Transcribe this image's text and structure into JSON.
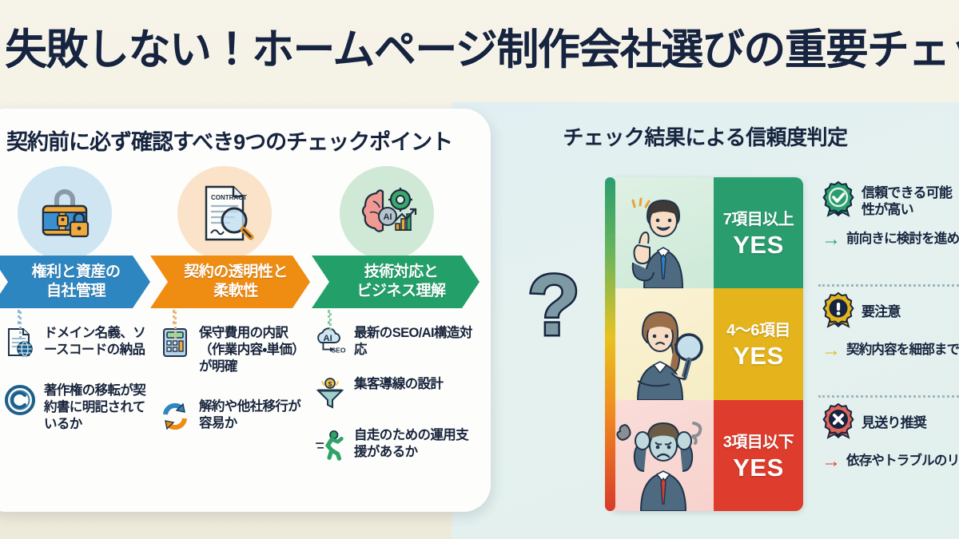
{
  "title": "失敗しない！ホームページ制作会社選びの重要チェックリスト",
  "left_panel": {
    "heading": "契約前に必ず確認すべき9つのチェックポイント",
    "columns": [
      {
        "icon_name": "briefcase-lock-icon",
        "banner_line1": "権利と資産の",
        "banner_line2": "自社管理",
        "banner_color": "#2e86c1",
        "items": [
          {
            "icon_name": "document-globe-icon",
            "text": "ドメイン名義、ソースコードの納品"
          },
          {
            "icon_name": "copyright-icon",
            "text": "著作権の移転が契約書に明記されているか"
          }
        ]
      },
      {
        "icon_name": "contract-magnifier-icon",
        "banner_line1": "契約の透明性と",
        "banner_line2": "柔軟性",
        "banner_color": "#ef8c12",
        "items": [
          {
            "icon_name": "calculator-icon",
            "text": "保守費用の内訳（作業内容・単価）が明確"
          },
          {
            "icon_name": "refresh-cycle-icon",
            "text": "解約や他社移行が容易か"
          }
        ]
      },
      {
        "icon_name": "brain-gear-chart-icon",
        "banner_line1": "技術対応と",
        "banner_line2": "ビジネス理解",
        "banner_color": "#23a06a",
        "items": [
          {
            "icon_name": "cloud-ai-seo-icon",
            "text": "最新のSEO/AI構造対応"
          },
          {
            "icon_name": "funnel-coin-icon",
            "text": "集客導線の設計"
          },
          {
            "icon_name": "running-person-icon",
            "text": "自走のための運用支援があるか"
          }
        ]
      }
    ]
  },
  "connector": {
    "icon_name": "question-mark-icon",
    "glyph": "?"
  },
  "right_panel": {
    "heading": "チェック結果による信頼度判定",
    "grade_bar_colors": [
      "#2a9d6e",
      "#e8c220",
      "#d93a2b"
    ],
    "rows": [
      {
        "pic_icon_name": "thumbs-up-businessman-illustration",
        "count": "7項目以上",
        "yes": "YES",
        "color": "#2a9d6e",
        "badge_icon_name": "check-rosette-icon",
        "badge_color": "#2a9d6e",
        "verdict": "信頼できる可能性が高い",
        "arrow_icon_name": "arrow-right-icon",
        "arrow_color": "#2a9d6e",
        "action": "前向きに検討を進めてOK"
      },
      {
        "pic_icon_name": "magnifier-businesswoman-illustration",
        "count": "4〜6項目",
        "yes": "YES",
        "color": "#e5b41c",
        "badge_icon_name": "exclamation-rosette-icon",
        "badge_color": "#e5b41c",
        "verdict": "要注意",
        "arrow_icon_name": "arrow-right-icon",
        "arrow_color": "#e5b41c",
        "action": "契約内容を細部まで再確認"
      },
      {
        "pic_icon_name": "stressed-businessman-illustration",
        "count": "3項目以下",
        "yes": "YES",
        "color": "#de3c2c",
        "badge_icon_name": "cross-rosette-icon",
        "badge_color": "#de3c2c",
        "verdict": "見送り推奨",
        "arrow_icon_name": "arrow-right-icon",
        "arrow_color": "#de3c2c",
        "action": "依存やトラブルのリスクが非常に大き"
      }
    ]
  }
}
